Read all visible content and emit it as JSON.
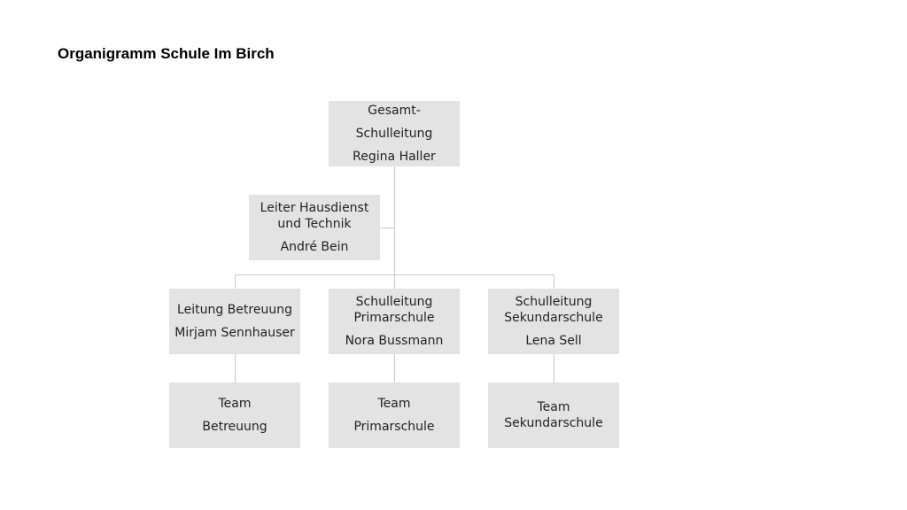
{
  "title": "Organigramm Schule Im Birch",
  "nodes": {
    "gesamtleitung": {
      "lines": [
        "Gesamt-",
        "Schulleitung",
        "Regina Haller"
      ]
    },
    "hausdienst": {
      "lines": [
        "Leiter Hausdienst",
        "und Technik"
      ],
      "name": "André Bein"
    },
    "betreuung": {
      "lines": [
        "Leitung Betreuung",
        "Mirjam Sennhauser"
      ]
    },
    "primar": {
      "lines": [
        "Schulleitung",
        "Primarschule"
      ],
      "name": "Nora Bussmann"
    },
    "sekundar": {
      "lines": [
        "Schulleitung",
        "Sekundarschule"
      ],
      "name": "Lena Sell"
    },
    "team_betreuung": {
      "lines": [
        "Team",
        "Betreuung"
      ]
    },
    "team_primar": {
      "lines": [
        "Team",
        "Primarschule"
      ]
    },
    "team_sekundar": {
      "lines": [
        "Team",
        "Sekundarschule"
      ]
    }
  },
  "colors": {
    "box_fill": "#e3e3e3",
    "connector": "#c8c8c8",
    "text": "#222222"
  }
}
